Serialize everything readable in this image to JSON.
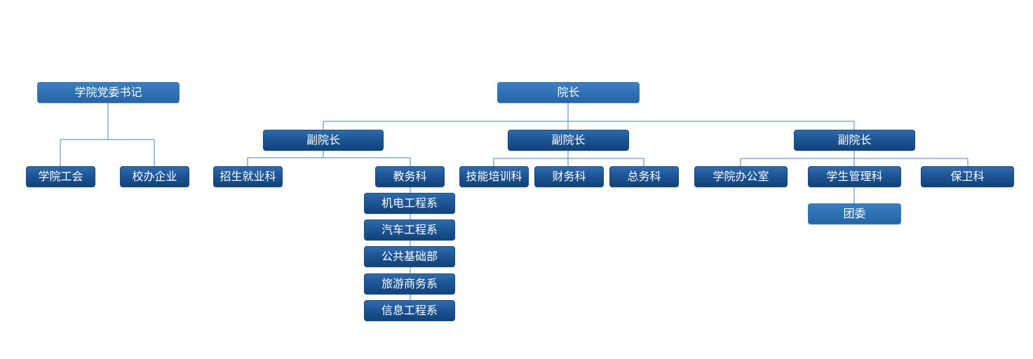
{
  "org_chart": {
    "party_secretary": {
      "label": "学院党委书记",
      "children": [
        "学院工会",
        "校办企业"
      ]
    },
    "president": {
      "label": "院长",
      "vice_presidents": [
        {
          "label": "副院长",
          "departments": [
            "招生就业科",
            "教务科"
          ],
          "academic_units": [
            "机电工程系",
            "汽车工程系",
            "公共基础部",
            "旅游商务系",
            "信息工程系"
          ]
        },
        {
          "label": "副院长",
          "departments": [
            "技能培训科",
            "财务科",
            "总务科"
          ]
        },
        {
          "label": "副院长",
          "departments": [
            "学院办公室",
            "学生管理科",
            "保卫科"
          ],
          "sub_units": [
            "团委"
          ]
        }
      ]
    }
  }
}
